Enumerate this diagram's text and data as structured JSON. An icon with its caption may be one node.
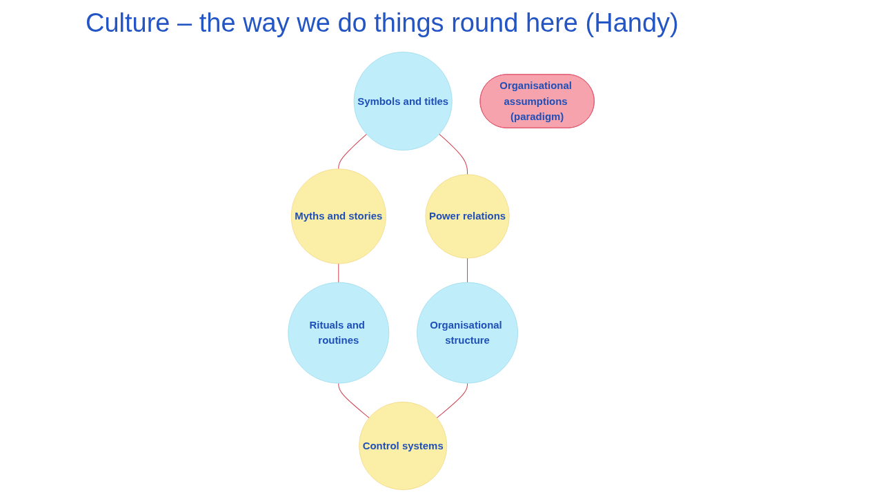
{
  "diagram": {
    "title": "Culture – the way we do things round here (Handy)",
    "nodes": [
      {
        "text": [
          "Symbols and titles"
        ]
      },
      {
        "text": [
          "Myths and stories"
        ]
      },
      {
        "text": [
          "Power relations"
        ]
      },
      {
        "text": [
          "Organisational assumptions (paradigm)"
        ]
      },
      {
        "text": [
          "Rituals and routines"
        ]
      },
      {
        "text": [
          "Organisational structure"
        ]
      },
      {
        "text": [
          "Control systems"
        ]
      }
    ],
    "edges": [
      {
        "from": 0,
        "to": 1,
        "arrow": "none"
      },
      {
        "from": 0,
        "to": 2,
        "arrow": "none"
      },
      {
        "from": 1,
        "to": 4,
        "arrow": "none"
      },
      {
        "from": 2,
        "to": 5,
        "arrow": "none"
      },
      {
        "from": 4,
        "to": 6,
        "arrow": "none"
      },
      {
        "from": 5,
        "to": 6,
        "arrow": "none"
      }
    ]
  }
}
